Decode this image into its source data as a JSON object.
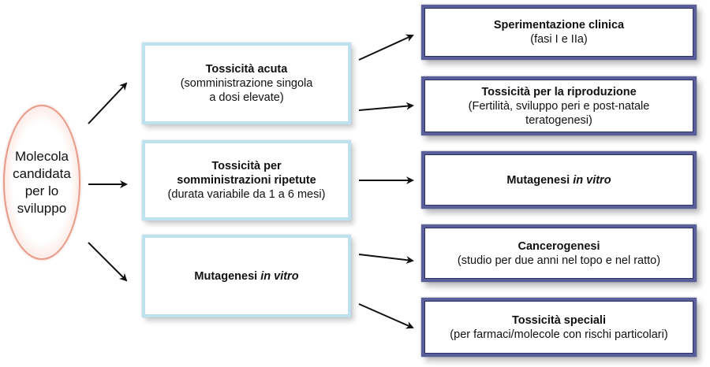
{
  "start": {
    "lines": [
      "Molecola",
      "candidata",
      "per lo",
      "sviluppo"
    ]
  },
  "middle": [
    {
      "title": "Tossicità acuta",
      "sub": [
        "(somministrazione singola",
        "a dosi elevate)"
      ]
    },
    {
      "title": [
        "Tossicità per",
        "somministrazioni ripetute"
      ],
      "sub": [
        "(durata variabile da 1 a 6 mesi)"
      ]
    },
    {
      "title_plain": "Mutagenesi ",
      "title_italic": "in vitro"
    }
  ],
  "right": [
    {
      "title": "Sperimentazione clinica",
      "sub": [
        "(fasi I e IIa)"
      ]
    },
    {
      "title": "Tossicità per la riproduzione",
      "sub": [
        "(Fertilità, sviluppo peri e post-natale",
        "teratogenesi)"
      ]
    },
    {
      "title_plain": "Mutagenesi ",
      "title_italic": "in vitro"
    },
    {
      "title": "Cancerogenesi",
      "sub": [
        "(studio per due anni nel topo e nel ratto)"
      ]
    },
    {
      "title": "Tossicità speciali",
      "sub": [
        "(per farmaci/molecole con rischi particolari)"
      ]
    }
  ],
  "colors": {
    "light_border": "#bfe0ef",
    "dark_border": "#5a5f9a",
    "ellipse_border": "#e89a88",
    "arrow": "#111111"
  }
}
